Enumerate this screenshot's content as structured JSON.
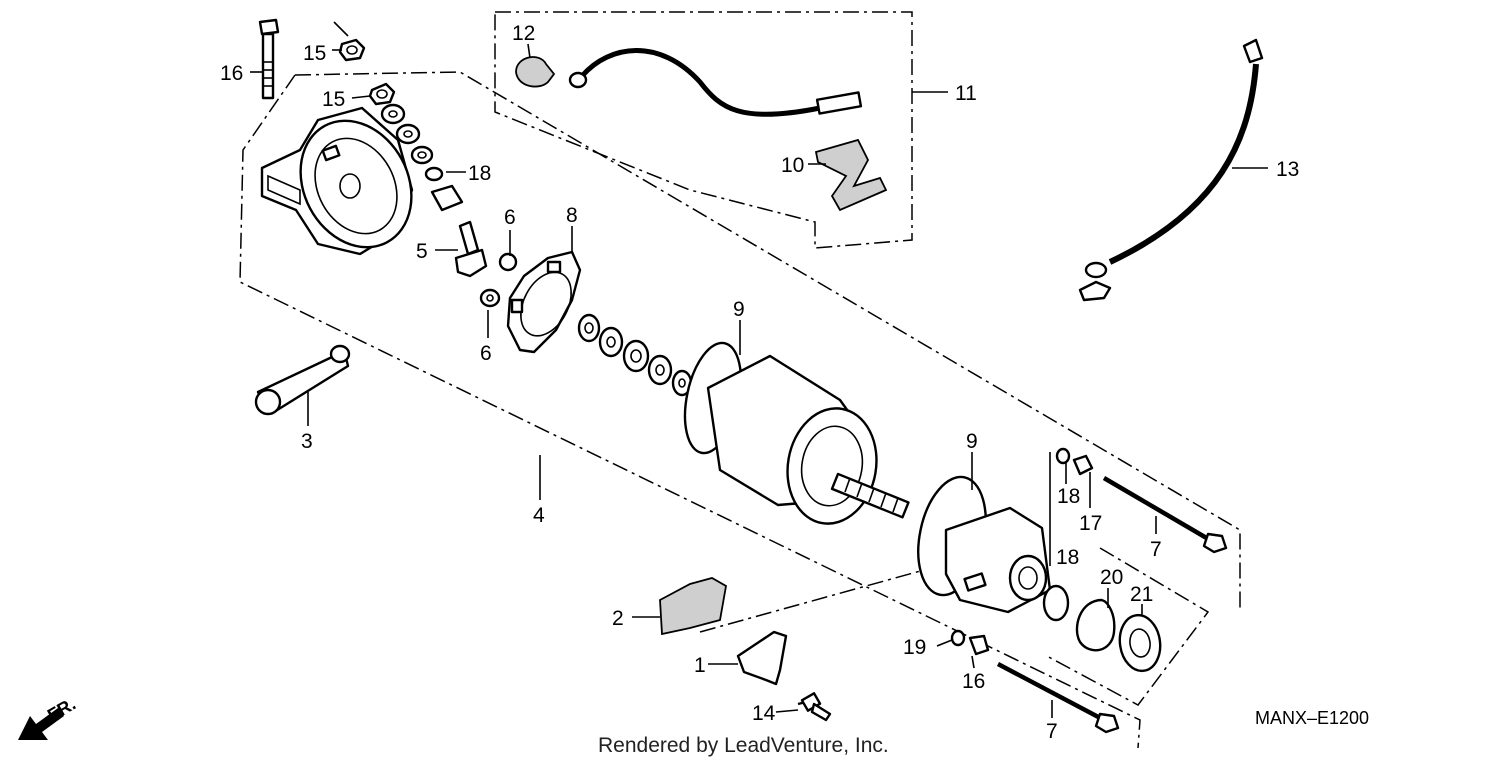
{
  "diagram": {
    "callouts": [
      {
        "id": "c1",
        "label": "1"
      },
      {
        "id": "c2",
        "label": "2"
      },
      {
        "id": "c3",
        "label": "3"
      },
      {
        "id": "c4",
        "label": "4"
      },
      {
        "id": "c5",
        "label": "5"
      },
      {
        "id": "c6a",
        "label": "6"
      },
      {
        "id": "c6b",
        "label": "6"
      },
      {
        "id": "c7a",
        "label": "7"
      },
      {
        "id": "c7b",
        "label": "7"
      },
      {
        "id": "c8",
        "label": "8"
      },
      {
        "id": "c9a",
        "label": "9"
      },
      {
        "id": "c9b",
        "label": "9"
      },
      {
        "id": "c10",
        "label": "10"
      },
      {
        "id": "c11",
        "label": "11"
      },
      {
        "id": "c12",
        "label": "12"
      },
      {
        "id": "c13",
        "label": "13"
      },
      {
        "id": "c14",
        "label": "14"
      },
      {
        "id": "c15a",
        "label": "15"
      },
      {
        "id": "c15b",
        "label": "15"
      },
      {
        "id": "c16a",
        "label": "16"
      },
      {
        "id": "c16b",
        "label": "16"
      },
      {
        "id": "c17",
        "label": "17"
      },
      {
        "id": "c18a",
        "label": "18"
      },
      {
        "id": "c18b",
        "label": "18"
      },
      {
        "id": "c18c",
        "label": "18"
      },
      {
        "id": "c19",
        "label": "19"
      },
      {
        "id": "c20",
        "label": "20"
      },
      {
        "id": "c21",
        "label": "21"
      }
    ],
    "direction_label": "FR.",
    "diagram_code": "MANX–E1200",
    "credit": "Rendered by LeadVenture, Inc."
  }
}
